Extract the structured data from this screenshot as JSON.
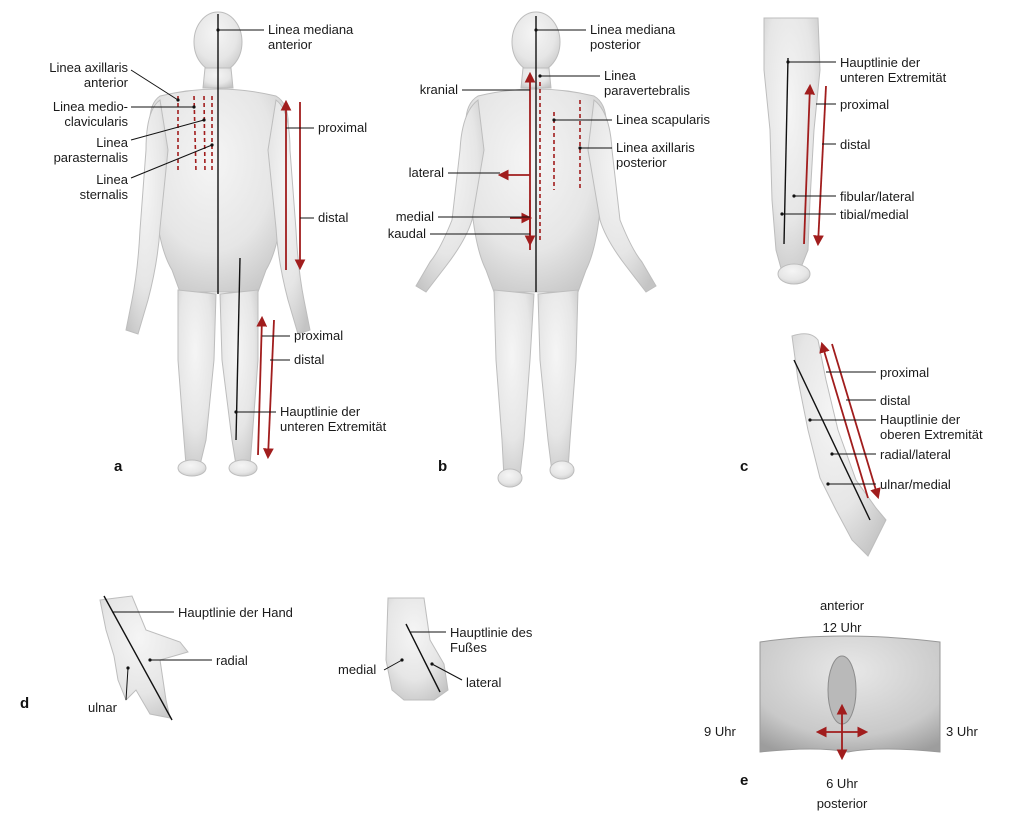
{
  "figure": {
    "panels": [
      "a",
      "b",
      "c",
      "d",
      "e"
    ],
    "colors": {
      "skin_light": "#efefef",
      "skin_dark": "#bdbdbd",
      "arrow_red": "#a11d1d",
      "leader": "#111111",
      "background": "#ffffff"
    },
    "panel_a": {
      "linea_mediana_anterior": [
        "Linea mediana",
        "anterior"
      ],
      "linea_axillaris_anterior": [
        "Linea axillaris",
        "anterior"
      ],
      "linea_medioclavicularis": [
        "Linea medio-",
        "clavicularis"
      ],
      "linea_parasternalis": [
        "Linea",
        "parasternalis"
      ],
      "linea_sternalis": [
        "Linea",
        "sternalis"
      ],
      "trunk_proximal": "proximal",
      "trunk_distal": "distal",
      "leg_proximal": "proximal",
      "leg_distal": "distal",
      "hauptlinie_untere": [
        "Hauptlinie der",
        "unteren Extremität"
      ]
    },
    "panel_b": {
      "linea_mediana_posterior": [
        "Linea mediana",
        "posterior"
      ],
      "linea_paravertebralis": [
        "Linea",
        "paravertebralis"
      ],
      "linea_scapularis": "Linea scapularis",
      "linea_axillaris_posterior": [
        "Linea axillaris",
        "posterior"
      ],
      "kranial": "kranial",
      "lateral": "lateral",
      "medial": "medial",
      "kaudal": "kaudal"
    },
    "panel_c_leg": {
      "hauptlinie_untere": [
        "Hauptlinie der",
        "unteren Extremität"
      ],
      "proximal": "proximal",
      "distal": "distal",
      "fibular_lateral": "fibular/lateral",
      "tibial_medial": "tibial/medial"
    },
    "panel_c_arm": {
      "proximal": "proximal",
      "distal": "distal",
      "hauptlinie_obere": [
        "Hauptlinie der",
        "oberen Extremität"
      ],
      "radial_lateral": "radial/lateral",
      "ulnar_medial": "ulnar/medial"
    },
    "panel_d": {
      "hauptlinie_hand": "Hauptlinie der Hand",
      "radial": "radial",
      "ulnar": "ulnar",
      "hauptlinie_fuss": [
        "Hauptlinie des",
        "Fußes"
      ],
      "medial": "medial",
      "lateral": "lateral"
    },
    "panel_e": {
      "anterior": "anterior",
      "uhr_12": "12 Uhr",
      "uhr_9": "9 Uhr",
      "uhr_3": "3 Uhr",
      "uhr_6": "6 Uhr",
      "posterior": "posterior"
    }
  }
}
